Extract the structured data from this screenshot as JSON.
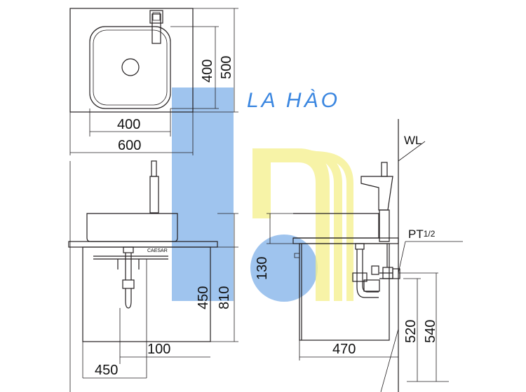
{
  "watermark": {
    "text": "LA HÀO",
    "color_blue": "#7fb0e8",
    "color_yellow": "#f5f08a"
  },
  "top_view": {
    "dim_basin_width": "400",
    "dim_cabinet_width": "600",
    "dim_basin_depth": "400",
    "dim_cabinet_depth": "500"
  },
  "front_view": {
    "brand_label": "CAESAR",
    "dim_drain_offset": "100",
    "dim_cabinet_half": "450",
    "dim_cabinet_height": "450",
    "dim_total_height": "810"
  },
  "side_view": {
    "wall_label": "WL",
    "pipe_label_main": "PT",
    "pipe_label_sub": "1/2",
    "dim_basin_height": "130",
    "dim_depth": "470",
    "dim_trap_height": "520",
    "dim_supply_height": "540"
  }
}
